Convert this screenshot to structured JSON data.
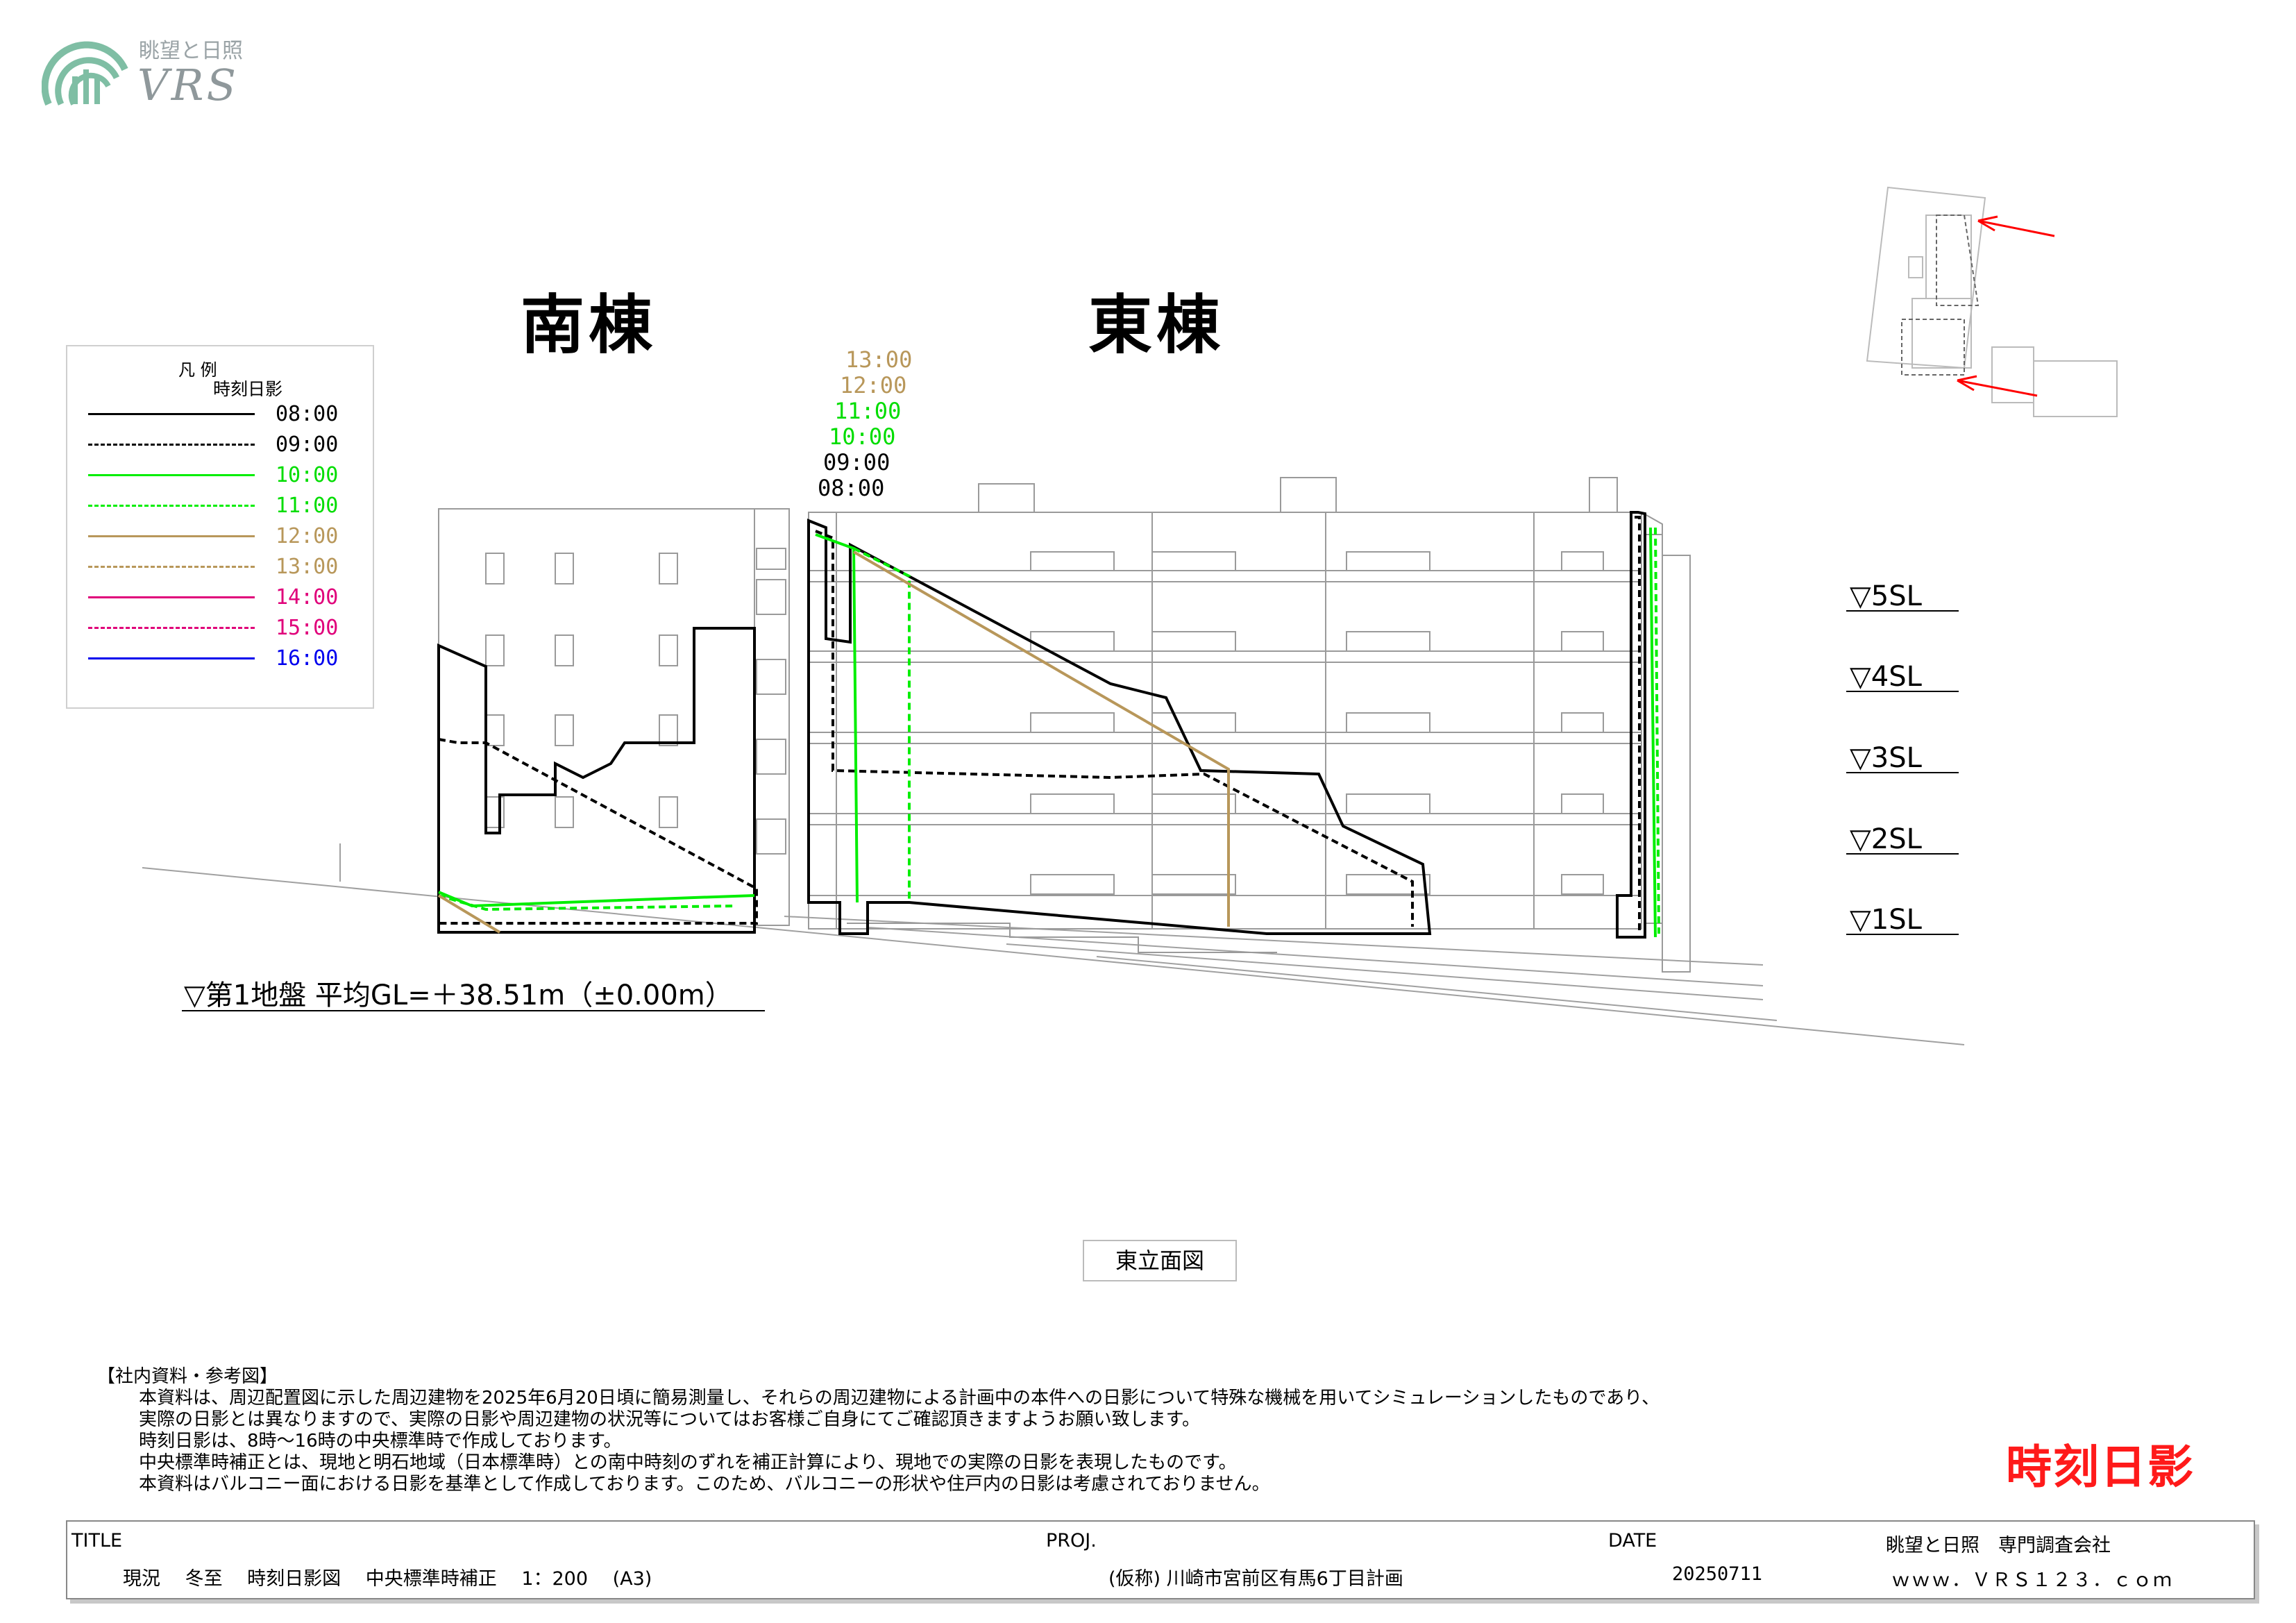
{
  "brand": {
    "tagline": "眺望と日照",
    "name": "VRS"
  },
  "headings": {
    "south_building": "南棟",
    "east_building": "東棟"
  },
  "legend": {
    "title": "凡 例",
    "subtitle": "時刻日影",
    "items": [
      {
        "time": "08:00",
        "color": "#000000",
        "style": "solid"
      },
      {
        "time": "09:00",
        "color": "#000000",
        "style": "dashed"
      },
      {
        "time": "10:00",
        "color": "#00ee00",
        "style": "solid"
      },
      {
        "time": "11:00",
        "color": "#00ee00",
        "style": "dashed"
      },
      {
        "time": "12:00",
        "color": "#b8975a",
        "style": "solid"
      },
      {
        "time": "13:00",
        "color": "#b8975a",
        "style": "dashed"
      },
      {
        "time": "14:00",
        "color": "#e0007a",
        "style": "solid"
      },
      {
        "time": "15:00",
        "color": "#e0007a",
        "style": "dashed"
      },
      {
        "time": "16:00",
        "color": "#0000ee",
        "style": "solid"
      }
    ]
  },
  "east_time_labels": [
    {
      "text": "13:00",
      "color": "#b8975a"
    },
    {
      "text": "12:00",
      "color": "#b8975a"
    },
    {
      "text": "11:00",
      "color": "#00dd00"
    },
    {
      "text": "10:00",
      "color": "#00dd00"
    },
    {
      "text": "09:00",
      "color": "#000000"
    },
    {
      "text": "08:00",
      "color": "#000000"
    }
  ],
  "floor_levels": [
    "▽5SL",
    "▽4SL",
    "▽3SL",
    "▽2SL",
    "▽1SL"
  ],
  "ground_label": "▽第1地盤 平均GL=＋38.51m（±0.00m）",
  "view_label": "東立面図",
  "notes": {
    "heading": "【社内資料・参考図】",
    "lines": [
      "本資料は、周辺配置図に示した周辺建物を2025年6月20日頃に簡易測量し、それらの周辺建物による計画中の本件への日影について特殊な機械を用いてシミュレーションしたものであり、",
      "実際の日影とは異なりますので、実際の日影や周辺建物の状況等についてはお客様ご自身にてご確認頂きますようお願い致します。",
      "時刻日影は、8時～16時の中央標準時で作成しております。",
      "中央標準時補正とは、現地と明石地域（日本標準時）との南中時刻のずれを補正計算により、現地での実際の日影を表現したものです。",
      "本資料はバルコニー面における日影を基準として作成しております。このため、バルコニーの形状や住戸内の日影は考慮されておりません。"
    ]
  },
  "stamp": "時刻日影",
  "title_block": {
    "title_label": "TITLE",
    "title_value": "現況　 冬至　 時刻日影図　 中央標準時補正　 1：200　 (A3)",
    "proj_label": "PROJ.",
    "proj_value": "(仮称) 川崎市宮前区有馬6丁目計画",
    "date_label": "DATE",
    "date_value": "20250711",
    "company": "眺望と日照　専門調査会社",
    "website": "ｗｗｗ．ＶＲＳ１２３．ｃｏｍ"
  },
  "colors": {
    "black": "#000000",
    "green": "#00ee00",
    "tan": "#b8975a",
    "magenta": "#e0007a",
    "blue": "#0000ee",
    "red_arrow": "#ff0000",
    "building_line": "#9a9a9a"
  }
}
